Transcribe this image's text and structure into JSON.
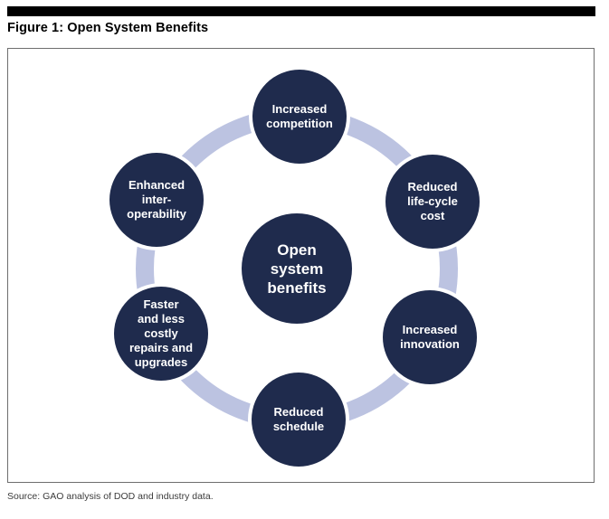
{
  "figure": {
    "title": "Figure 1: Open System Benefits",
    "source": "Source: GAO analysis of DOD and industry data."
  },
  "diagram": {
    "center": {
      "label": "Open\nsystem\nbenefits"
    },
    "nodes": [
      {
        "label": "Increased\ncompetition"
      },
      {
        "label": "Reduced\nlife-cycle\ncost"
      },
      {
        "label": "Increased\ninnovation"
      },
      {
        "label": "Reduced\nschedule"
      },
      {
        "label": "Faster\nand less\ncostly\nrepairs and\nupgrades"
      },
      {
        "label": "Enhanced\ninter-\noperability"
      }
    ]
  },
  "colors": {
    "node_fill": "#1f2b4d",
    "ring": "#bcc3e1",
    "box_border": "#6e6e6e",
    "header_bar": "#000000"
  }
}
